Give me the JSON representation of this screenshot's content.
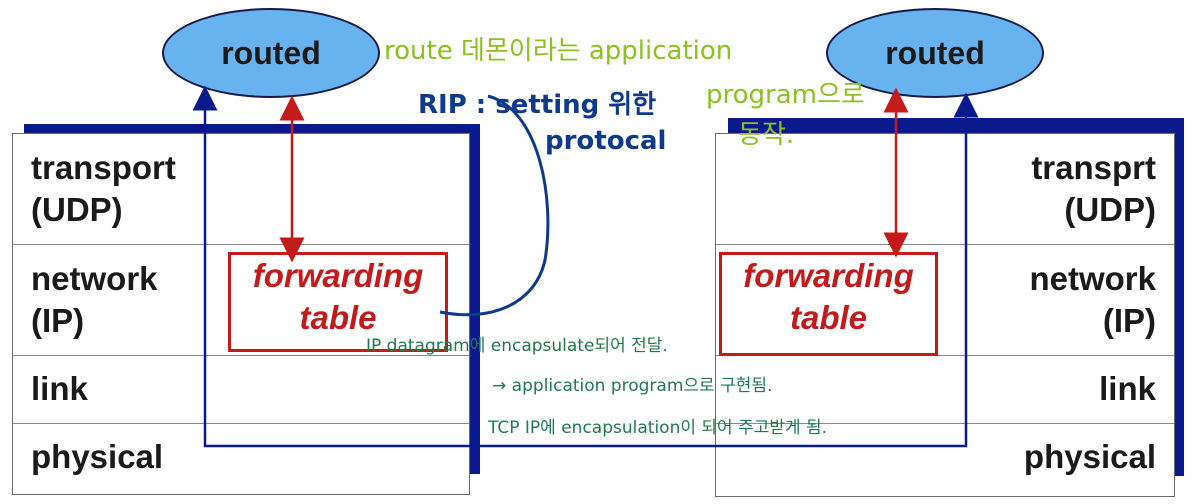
{
  "left_host": {
    "routed": "routed",
    "layers": {
      "transport": "transport\n(UDP)",
      "network": "network\n(IP)",
      "link": "link",
      "physical": "physical"
    },
    "forwarding_table": "forwarding\ntable"
  },
  "right_host": {
    "routed": "routed",
    "layers": {
      "transport": "transprt\n(UDP)",
      "network": "network\n(IP)",
      "link": "link",
      "physical": "physical"
    },
    "forwarding_table": "forwarding\ntable"
  },
  "annotations": {
    "route_daemon": "route 데몬이라는 application",
    "program_runs": "program으로",
    "runs": "동작.",
    "rip": "RIP : setting 위한",
    "protocol": "protocal",
    "ip_datagram": "IP datagram에 encapsulate되어 전달.",
    "app_program": "→ application program으로 구현됨.",
    "tcp_ip": "TCP IP에 encapsulation이 되어 주고받게 됨."
  },
  "colors": {
    "stack_shadow": "#0a1a8c",
    "ellipse_fill": "#66b3ef",
    "forwarding_border": "#c41a1a",
    "red_arrow": "#c41a1a",
    "path_line": "#0a1a8c",
    "note_green": "#8bc220",
    "note_blue": "#0f3a8c",
    "note_teal": "#1f7a50"
  }
}
